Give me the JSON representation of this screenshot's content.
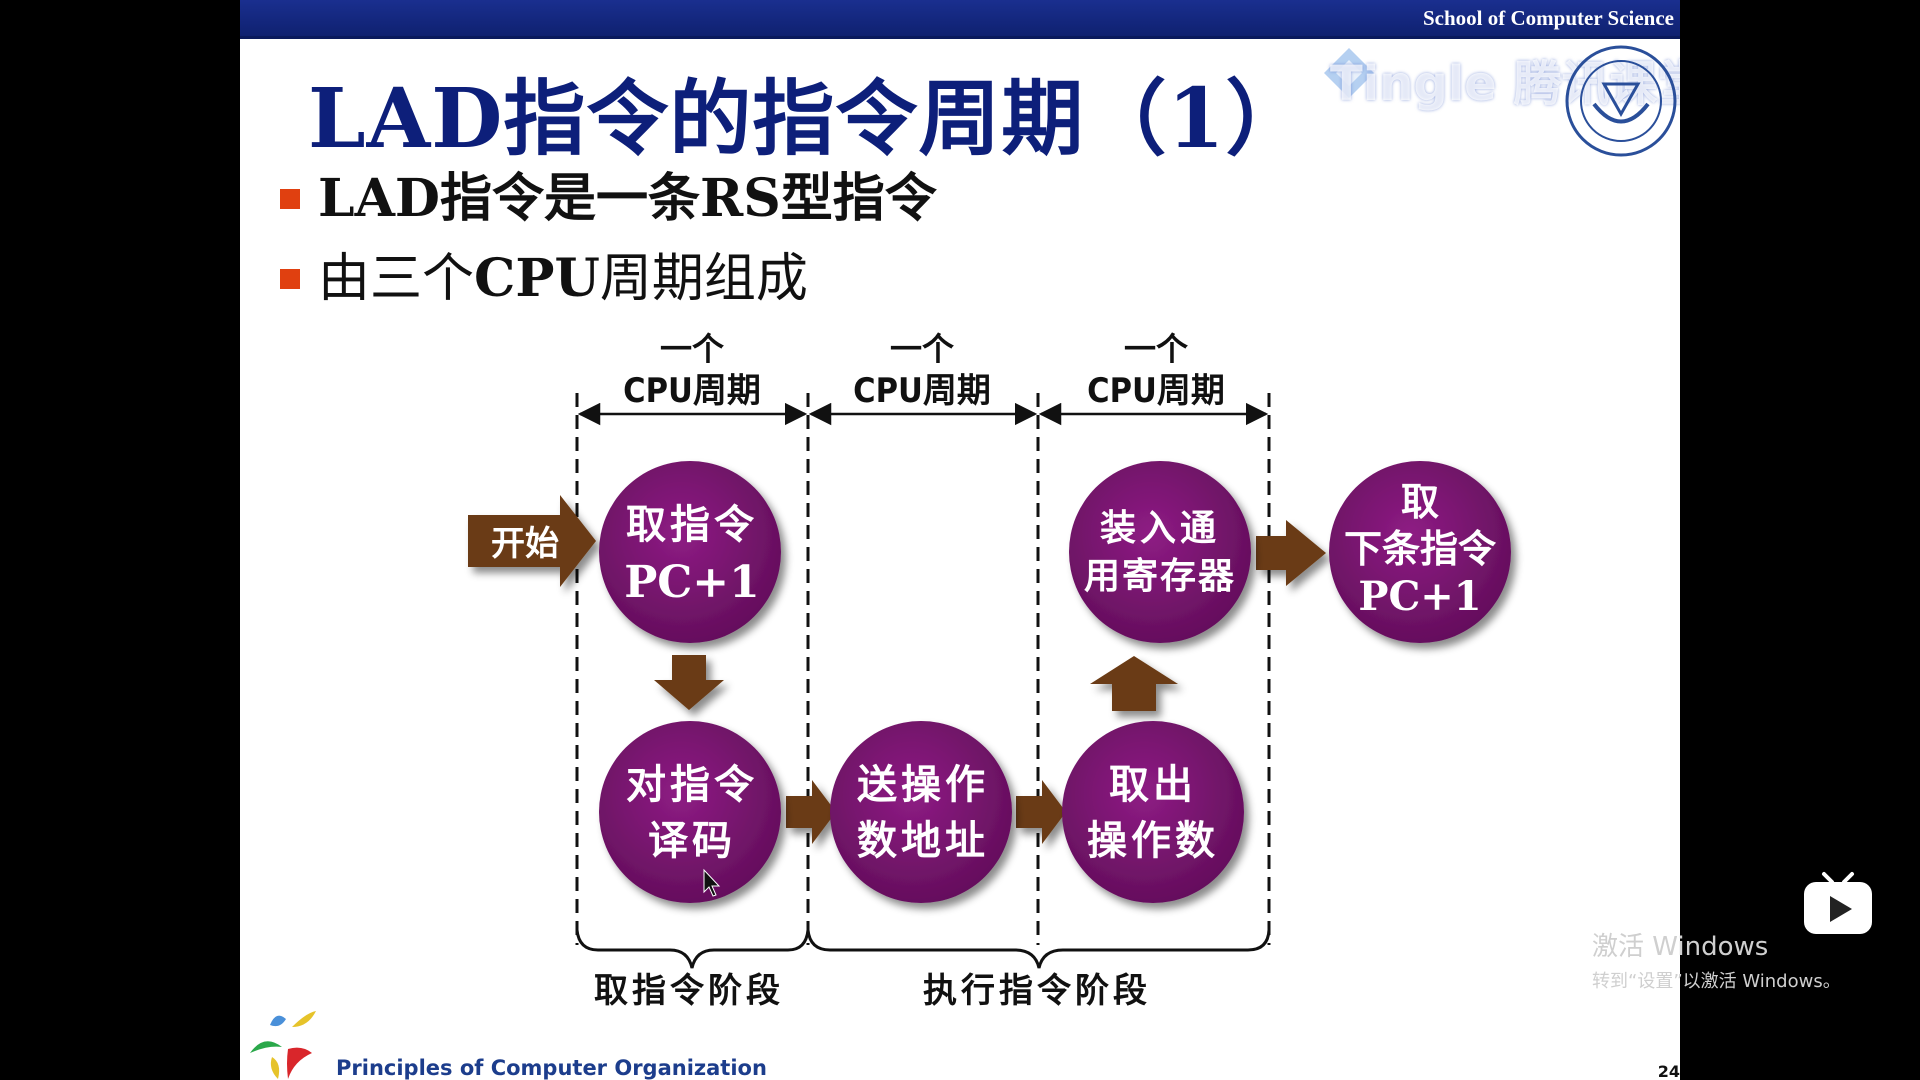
{
  "slide": {
    "school": "School of Computer Science",
    "title": "LAD指令的指令周期（1）",
    "bullets": [
      "LAD指令是一条RS型指令",
      "由三个CPU周期组成"
    ],
    "bullet2_parts": {
      "pre": "由三个",
      "cpu": "CPU",
      "post": "周期组成"
    },
    "watermark": "Tingle 腾讯课堂",
    "footer": "Principles of Computer Organization",
    "page_number": "24"
  },
  "diagram": {
    "cycle_label_line1": "一个",
    "cycle_label_line2": "CPU周期",
    "start": "开始",
    "nodes": {
      "fetch": [
        "取指令",
        "PC+1"
      ],
      "decode": [
        "对指令",
        "译码"
      ],
      "send_addr": [
        "送操作",
        "数地址"
      ],
      "fetch_operand": [
        "取出",
        "操作数"
      ],
      "load_reg": [
        "装入通",
        "用寄存器"
      ],
      "next": [
        "取",
        "下条指令",
        "PC+1"
      ]
    },
    "phases": {
      "fetch_phase": "取指令阶段",
      "exec_phase": "执行指令阶段"
    },
    "colors": {
      "circle": "#7a1470",
      "arrow": "#6b3a12",
      "title": "#0d1f7a"
    }
  },
  "os_overlay": {
    "activate_line1": "激活 Windows",
    "activate_line2": "转到“设置”以激活 Windows。"
  }
}
